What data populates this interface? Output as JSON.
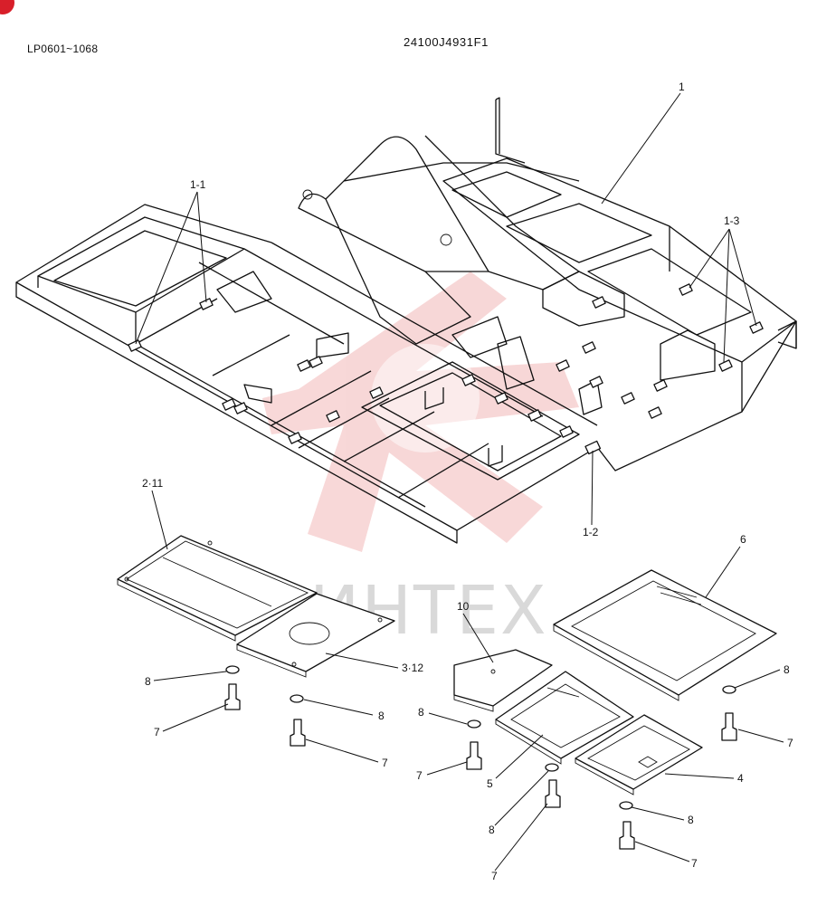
{
  "header": {
    "serial_range": "LP0601~1068",
    "drawing_number": "24100J4931F1"
  },
  "watermark": {
    "text": "ИНТЕХ",
    "color": "#f2b8b8"
  },
  "callouts": [
    {
      "id": "frame",
      "label": "1"
    },
    {
      "id": "pad-group-a",
      "label": "1-1"
    },
    {
      "id": "pad-group-b",
      "label": "1-2"
    },
    {
      "id": "pad-group-c",
      "label": "1-3"
    },
    {
      "id": "cover-left",
      "label": "2·11"
    },
    {
      "id": "cover-hole",
      "label": "3·12"
    },
    {
      "id": "cover-small",
      "label": "4"
    },
    {
      "id": "cover-mid",
      "label": "5"
    },
    {
      "id": "cover-large",
      "label": "6"
    },
    {
      "id": "bolt",
      "label": "7"
    },
    {
      "id": "washer",
      "label": "8"
    },
    {
      "id": "bracket",
      "label": "10"
    }
  ]
}
